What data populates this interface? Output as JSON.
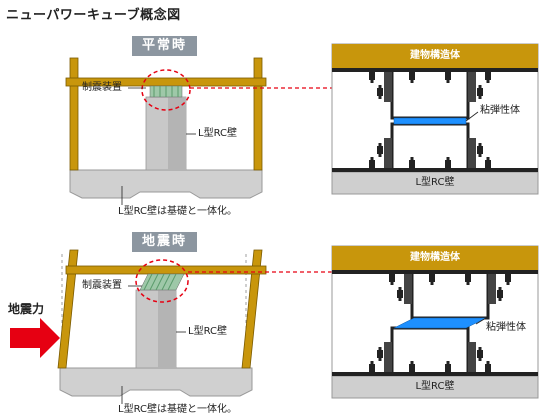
{
  "title": "ニューパワーキューブ概念図",
  "normal": {
    "badge": "平常時",
    "device_label": "制震装置",
    "wall_label": "L型RC壁",
    "foundation_note": "L型RC壁は基礎と一体化。"
  },
  "seismic": {
    "badge": "地震時",
    "device_label": "制震装置",
    "wall_label": "L型RC壁",
    "foundation_note": "L型RC壁は基礎と一体化。",
    "force_label": "地震力"
  },
  "detail": {
    "beam_label": "建物構造体",
    "base_label": "L型RC壁",
    "elastic_label": "粘弾性体"
  },
  "colors": {
    "beam": "#b8860b",
    "concrete": "#c8c8c8",
    "viscoelastic": "#1e90ff",
    "callout": "#e60012",
    "force_arrow": "#e60012"
  }
}
